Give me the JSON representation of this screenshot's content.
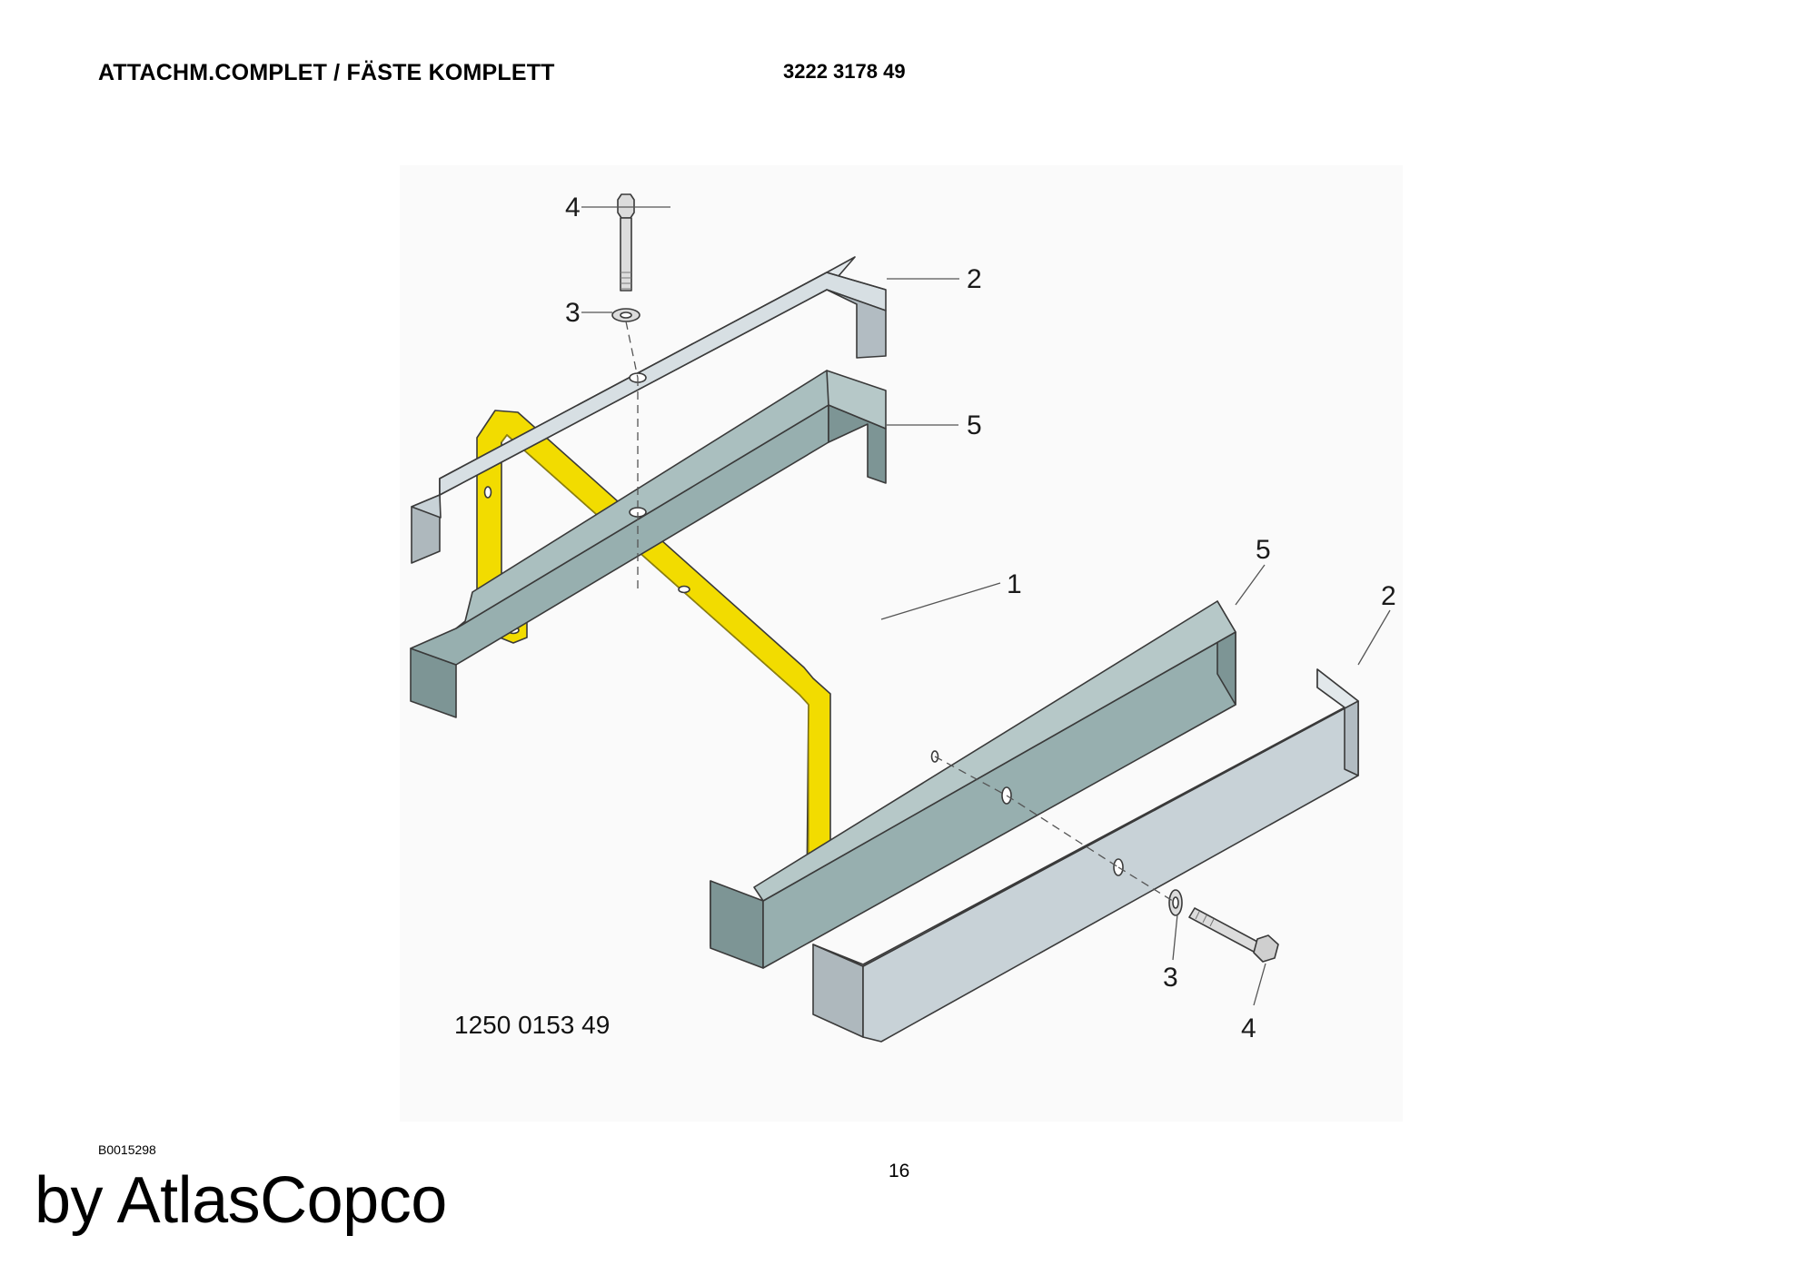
{
  "header": {
    "title": "ATTACHM.COMPLET / FÄSTE KOMPLETT",
    "code": "3222 3178 49"
  },
  "diagram": {
    "part_number": "1250 0153 49",
    "callouts": {
      "c1": "1",
      "c2_top": "2",
      "c2_bottom": "2",
      "c3_top": "3",
      "c3_bottom": "3",
      "c4_top": "4",
      "c4_bottom": "4",
      "c5_top": "5",
      "c5_bottom": "5"
    },
    "colors": {
      "frame_yellow": "#f2dc00",
      "outer_bracket_light_gray": "#c8d2d7",
      "inner_bracket_slate": "#97afaf",
      "outline": "#3a3a3a"
    }
  },
  "footer": {
    "doc_id": "B0015298",
    "page": "16",
    "brand": "by AtlasCopco"
  }
}
